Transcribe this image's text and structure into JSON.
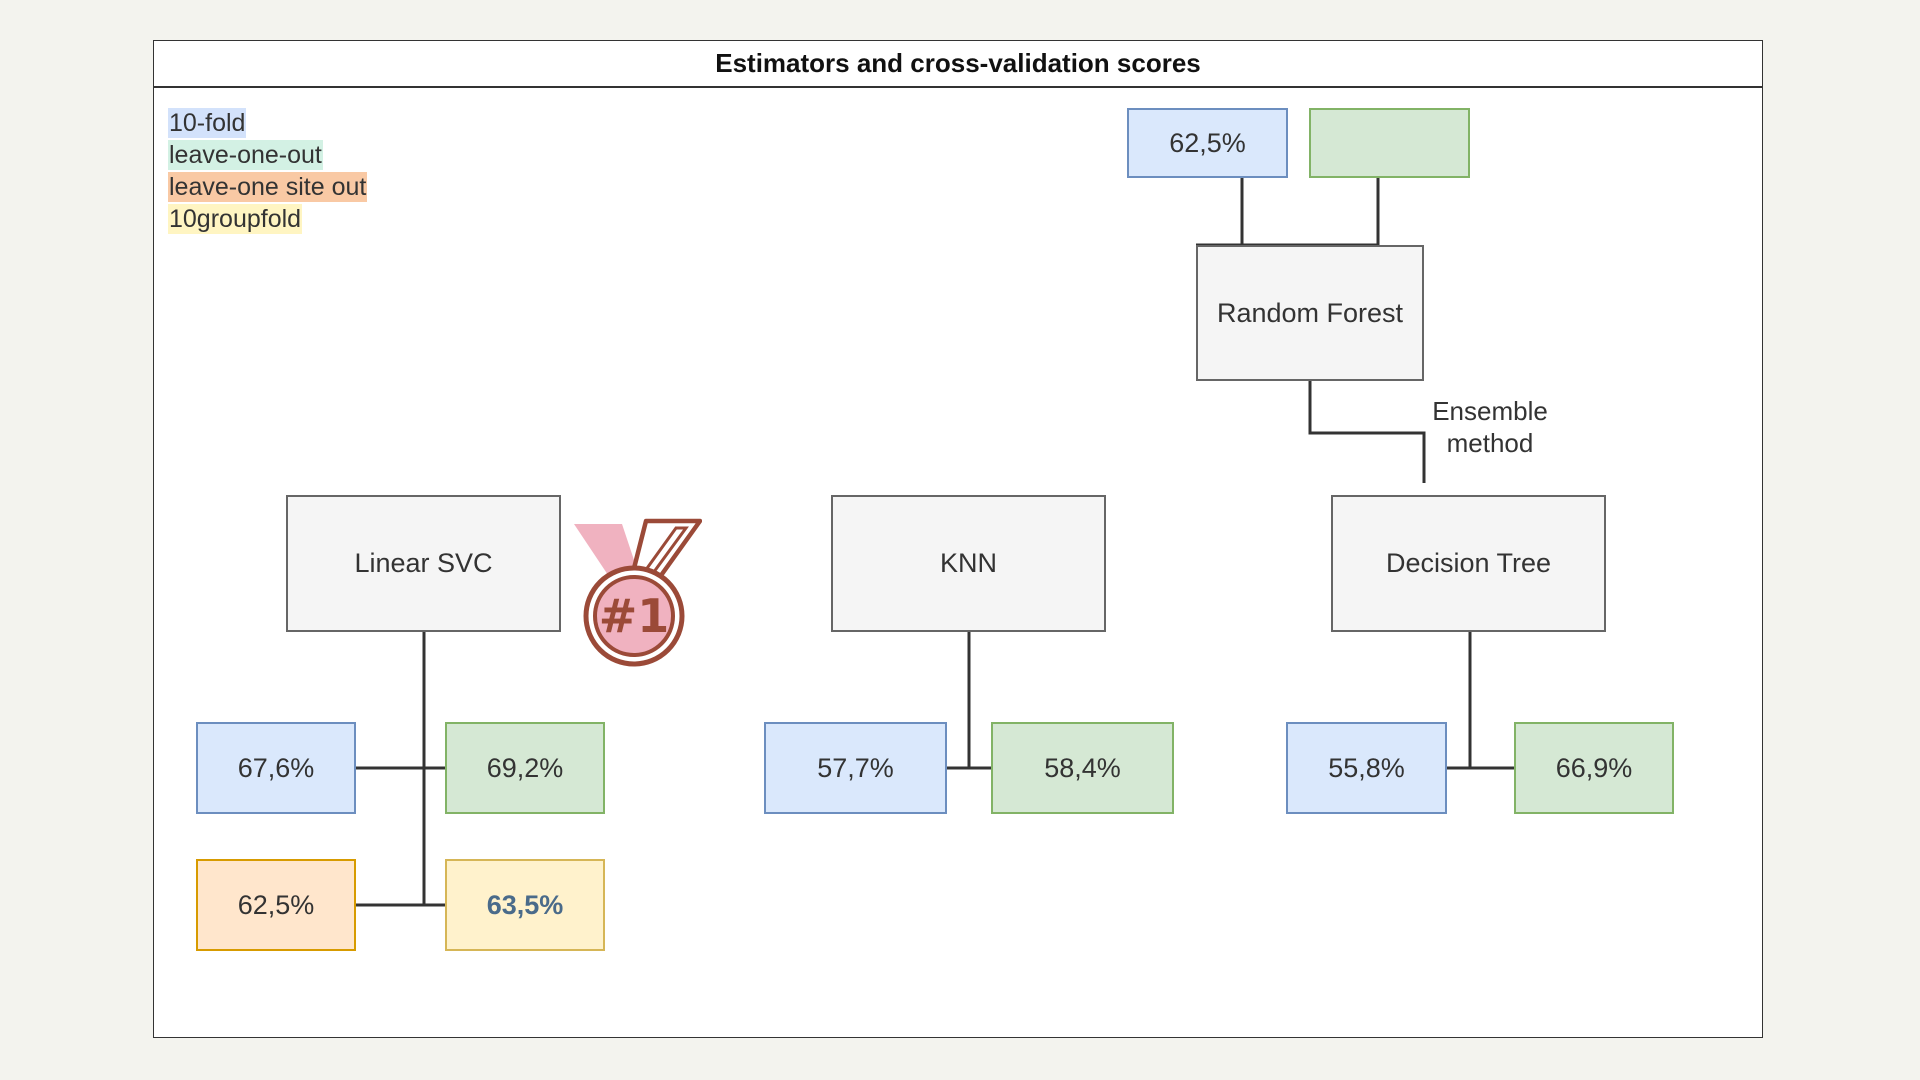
{
  "title": "Estimators and cross-validation scores",
  "legend": [
    {
      "label": "10-fold",
      "color": "#d3e2fb"
    },
    {
      "label": "leave-one-out",
      "color": "#d3f1e4"
    },
    {
      "label": "leave-one site out",
      "color": "#f9c9a4"
    },
    {
      "label": "10groupfold",
      "color": "#fff5c2"
    }
  ],
  "colors": {
    "blue_fill": "#dae8fc",
    "blue_border": "#6c8ebf",
    "green_fill": "#d5e8d4",
    "green_border": "#82b366",
    "orange_fill": "#ffe6cc",
    "orange_border": "#d79b00",
    "yellow_fill": "#fff2cc",
    "yellow_border": "#d6b656",
    "medal": "#9b4a38",
    "ribbon": "#f0b2c0"
  },
  "estimators": {
    "linear_svc": {
      "name": "Linear SVC",
      "scores": [
        "67,6%",
        "69,2%",
        "62,5%",
        "63,5%"
      ]
    },
    "knn": {
      "name": "KNN",
      "scores": [
        "57,7%",
        "58,4%"
      ]
    },
    "decision_tree": {
      "name": "Decision Tree",
      "scores": [
        "55,8%",
        "66,9%"
      ]
    },
    "random_forest": {
      "name": "Random Forest",
      "scores": [
        "62,5%",
        ""
      ]
    }
  },
  "ensemble_label": "Ensemble\nmethod",
  "medal_text": "#1",
  "medal_icon": "first-place-medal-icon"
}
